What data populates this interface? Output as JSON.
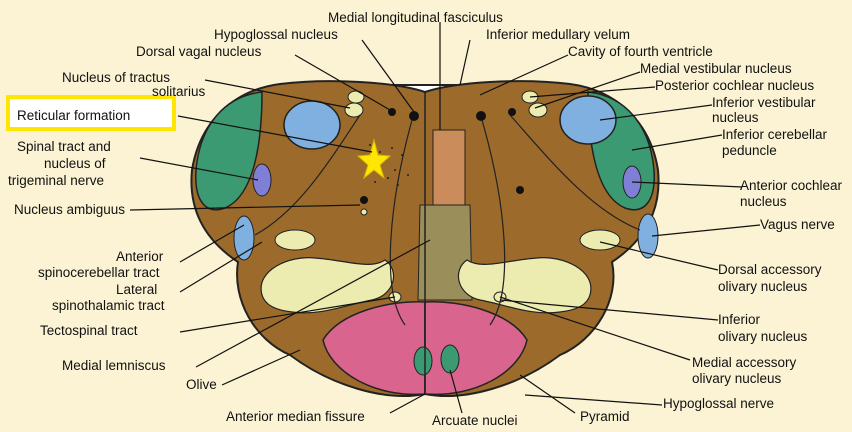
{
  "labels": {
    "medial_longitudinal_fasciculus": "Medial longitudinal fasciculus",
    "hypoglossal_nucleus": "Hypoglossal nucleus",
    "inferior_medullary_velum": "Inferior medullary velum",
    "dorsal_vagal_nucleus": "Dorsal vagal nucleus",
    "cavity_fourth_ventricle": "Cavity of fourth ventricle",
    "nucleus_tractus_solitarius_1": "Nucleus of tractus",
    "nucleus_tractus_solitarius_2": "solitarius",
    "medial_vestibular_nucleus": "Medial vestibular nucleus",
    "posterior_cochlear_nucleus": "Posterior cochlear nucleus",
    "reticular_formation": "Reticular formation",
    "inferior_vestibular_nucleus_1": "Inferior vestibular",
    "inferior_vestibular_nucleus_2": "nucleus",
    "inferior_cerebellar_peduncle_1": "Inferior cerebellar",
    "inferior_cerebellar_peduncle_2": "peduncle",
    "spinal_tract_trigeminal_1": "Spinal tract and",
    "spinal_tract_trigeminal_2": "nucleus of",
    "spinal_tract_trigeminal_3": "trigeminal nerve",
    "anterior_cochlear_nucleus_1": "Anterior cochlear",
    "anterior_cochlear_nucleus_2": "nucleus",
    "nucleus_ambiguus": "Nucleus ambiguus",
    "vagus_nerve": "Vagus nerve",
    "anterior_spinocerebellar_1": "Anterior",
    "anterior_spinocerebellar_2": "spinocerebellar tract",
    "dorsal_accessory_olivary_1": "Dorsal accessory",
    "dorsal_accessory_olivary_2": "olivary nucleus",
    "lateral_spinothalamic_1": "Lateral",
    "lateral_spinothalamic_2": "spinothalamic tract",
    "tectospinal_tract": "Tectospinal tract",
    "inferior_olivary_1": "Inferior",
    "inferior_olivary_2": "olivary nucleus",
    "medial_lemniscus": "Medial lemniscus",
    "medial_accessory_olivary_1": "Medial accessory",
    "medial_accessory_olivary_2": "olivary nucleus",
    "olive": "Olive",
    "hypoglossal_nerve": "Hypoglossal nerve",
    "anterior_median_fissure": "Anterior median fissure",
    "arcuate_nuclei": "Arcuate nuclei",
    "pyramid": "Pyramid"
  },
  "colors": {
    "background": "#fbf3d3",
    "medulla": "#9c6b2c",
    "pyramid": "#d9648e",
    "cerebellar_peduncle": "#3c9a72",
    "vestibular": "#7fb0e0",
    "olivary": "#ecebb0",
    "highlight_box": "#ffe600",
    "star_marker": "#ffe600"
  },
  "icons": {
    "marker": "star-icon"
  }
}
